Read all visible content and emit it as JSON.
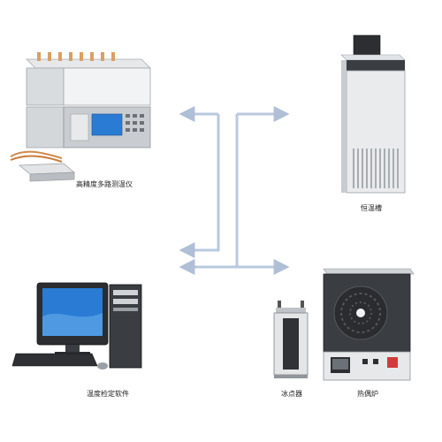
{
  "nodes": {
    "thermometer": {
      "label": "高精度多路测温仪"
    },
    "bath": {
      "label": "恒温槽"
    },
    "pc": {
      "label": "温度检定软件"
    },
    "ice": {
      "label": "冰点器"
    },
    "furnace": {
      "label": "热偶炉"
    }
  },
  "colors": {
    "arrow": "#b8c8dc",
    "arrow_stroke": "#9fb3cc",
    "device_gray": "#cfd3d6",
    "screen_blue": "#2a7bd4"
  }
}
